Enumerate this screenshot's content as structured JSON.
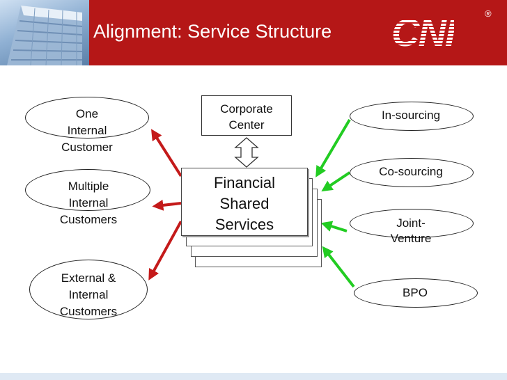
{
  "slide": {
    "title": "Alignment: Service Structure",
    "logo": "CNI",
    "logo_mark": "®"
  },
  "center": {
    "corporate_center": [
      "Corporate",
      "Center"
    ],
    "financial_shared_services": [
      "Financial",
      "Shared",
      "Services"
    ]
  },
  "left_nodes": [
    {
      "lines": [
        "One",
        "Internal",
        "Customer"
      ]
    },
    {
      "lines": [
        "Multiple",
        "Internal",
        "Customers"
      ]
    },
    {
      "lines": [
        "External &",
        "Internal",
        "Customers"
      ]
    }
  ],
  "right_nodes": [
    {
      "lines": [
        "In-sourcing"
      ]
    },
    {
      "lines": [
        "Co-sourcing"
      ]
    },
    {
      "lines": [
        "Joint-",
        "Venture"
      ]
    },
    {
      "lines": [
        "BPO"
      ]
    }
  ],
  "colors": {
    "header_red": "#b51717",
    "outgoing_arrow": "#c41a1a",
    "incoming_arrow": "#22cc22"
  }
}
